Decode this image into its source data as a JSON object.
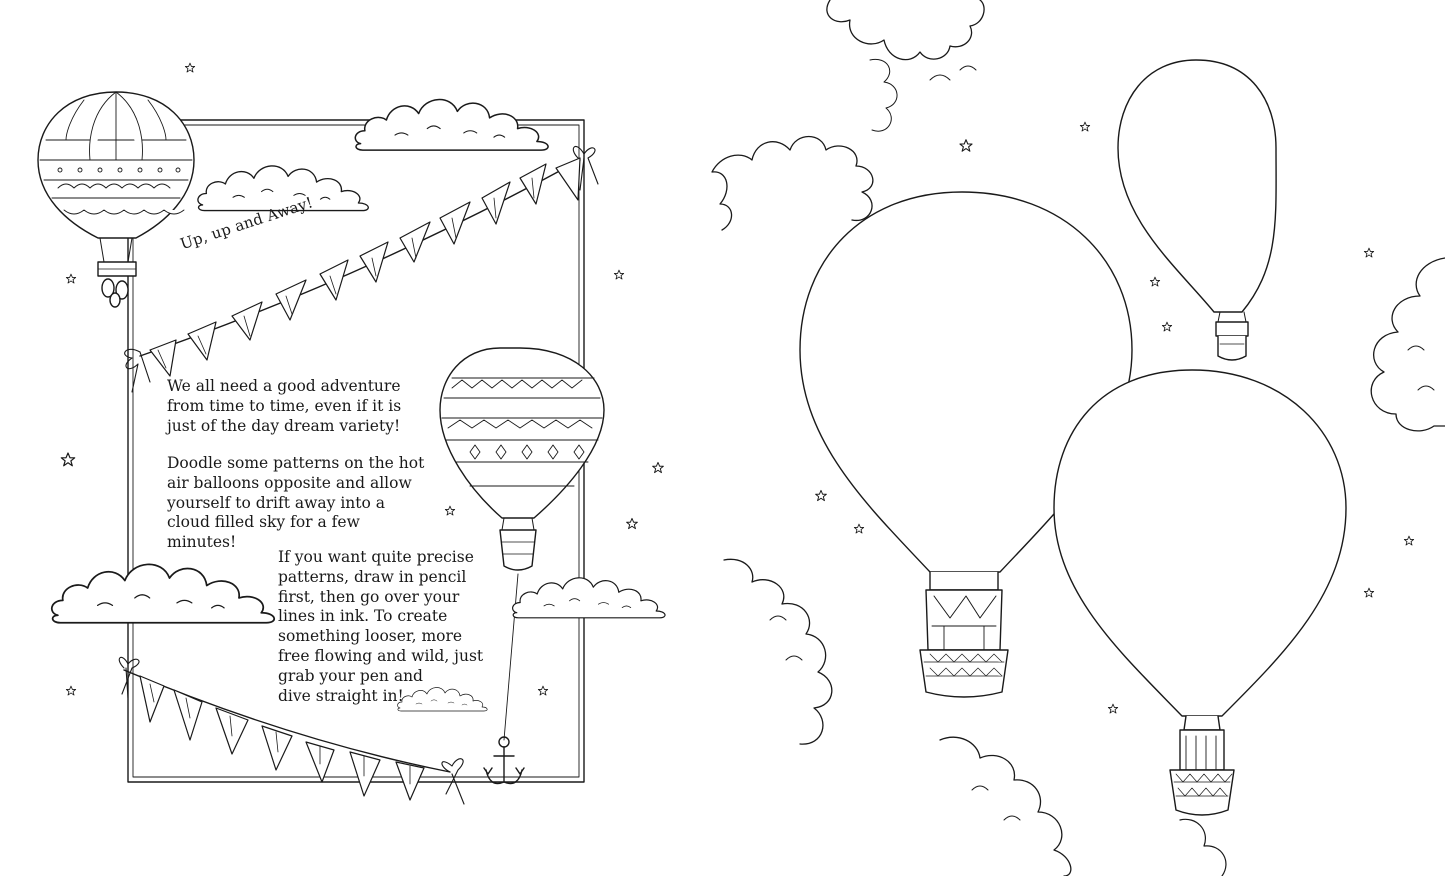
{
  "left_page": {
    "title": "Up, up and Away!",
    "paragraphs": [
      "We all need a good adventure\nfrom time to time, even if it is\njust of the day dream variety!",
      "Doodle some patterns on the hot\nair balloons opposite and allow\nyourself to drift away into a\ncloud filled sky for a few\nminutes!",
      "If you want quite precise\npatterns, draw in pencil\nfirst, then go over your\nlines in ink. To create\nsomething looser, more\nfree flowing and wild, just\ngrab your pen and\ndive straight in!"
    ]
  },
  "colors": {
    "ink": "#1a1a1a",
    "paper": "#ffffff"
  }
}
